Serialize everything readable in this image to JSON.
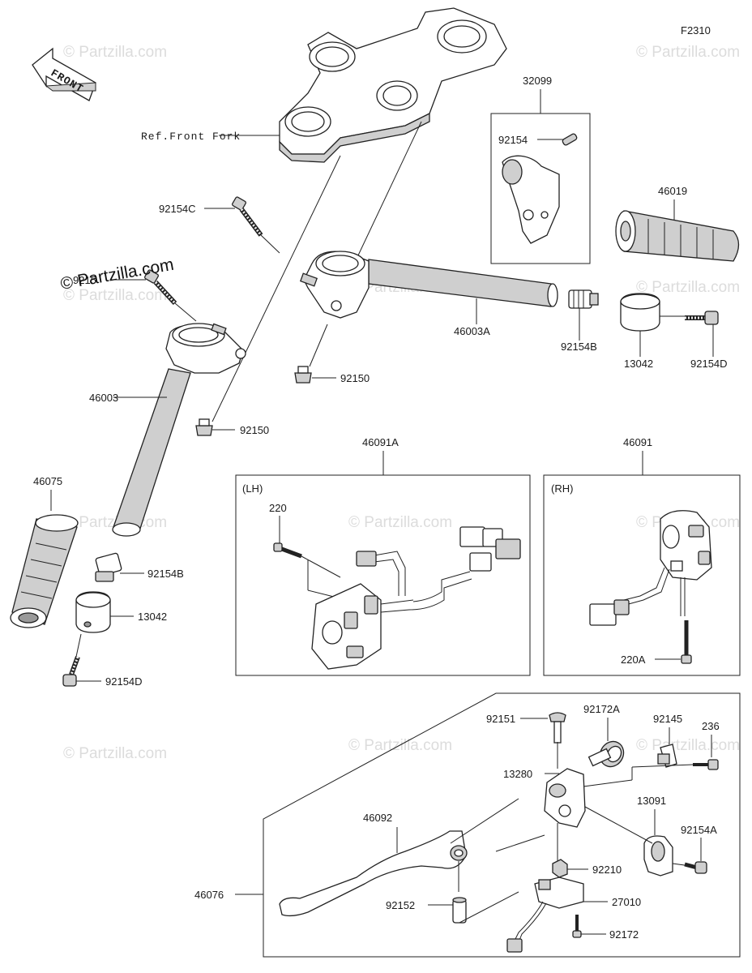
{
  "figure_code": "F2310",
  "front_arrow": "FRONT",
  "ref_front_fork": "Ref.Front Fork",
  "watermark_text": "© Partzilla.com",
  "overlay_watermark": "© Partzilla.com",
  "groups": {
    "lh": "(LH)",
    "rh": "(RH)"
  },
  "parts": {
    "p32099": "32099",
    "p92154_top": "92154",
    "p46019": "46019",
    "p92154C": "92154C",
    "p9215_partial": "9215",
    "p46003A": "46003A",
    "p92154B_right": "92154B",
    "p13042_right": "13042",
    "p92154D_right": "92154D",
    "p92150_upper": "92150",
    "p46003": "46003",
    "p92150_lower": "92150",
    "p46091A": "46091A",
    "p46091": "46091",
    "p220": "220",
    "p220A": "220A",
    "p46075": "46075",
    "p92154B_left": "92154B",
    "p13042_left": "13042",
    "p92154D_left": "92154D",
    "p92151": "92151",
    "p92172A": "92172A",
    "p92145": "92145",
    "p236": "236",
    "p13280": "13280",
    "p46092": "46092",
    "p13091": "13091",
    "p92154A": "92154A",
    "p92210": "92210",
    "p46076": "46076",
    "p27010": "27010",
    "p92152": "92152",
    "p92172": "92172"
  }
}
